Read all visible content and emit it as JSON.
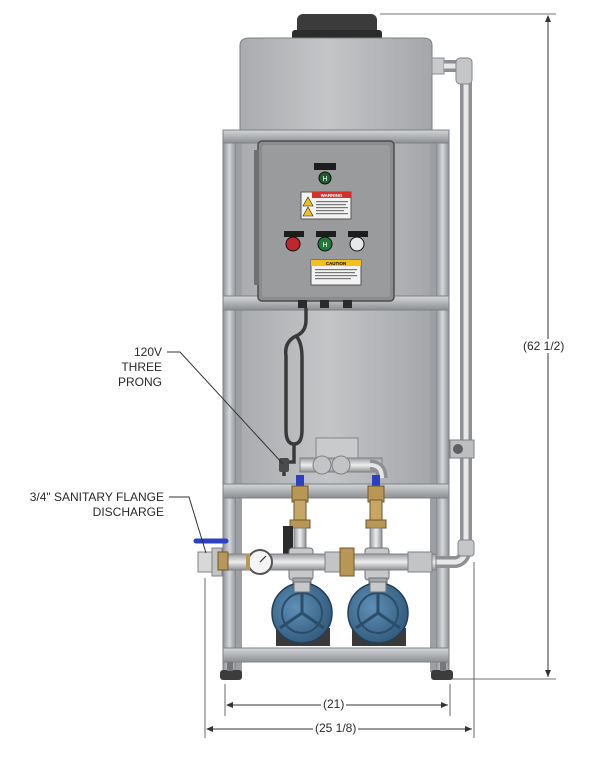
{
  "callouts": {
    "power": [
      "120V",
      "THREE",
      "PRONG"
    ],
    "discharge": [
      "3/4\" SANITARY FLANGE",
      "DISCHARGE"
    ]
  },
  "dimensions": {
    "height": "(62 1/2)",
    "frame_width": "(21)",
    "overall_width": "(25 1/8)"
  },
  "panel": {
    "warning_label": "WARNING",
    "caution_label": "CAUTION"
  },
  "colors": {
    "tank": "#b8babc",
    "frame": "#b3b5b8",
    "panel": "#8b8c8e",
    "pump_motor": "#3f6f96",
    "valve_handle": "#2d3fc2",
    "brass": "#b89655",
    "indicator_red": "#c0272d",
    "indicator_green": "#1f7a3a"
  }
}
